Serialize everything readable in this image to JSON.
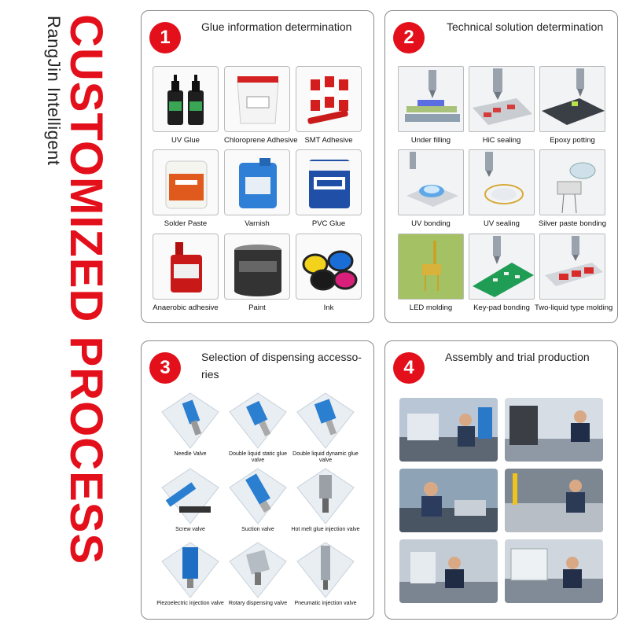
{
  "side": {
    "title": "CUSTOMIZED PROCESS",
    "subtitle": "RangJin Intelligent",
    "accent": "#e3101b"
  },
  "panels": [
    {
      "number": "1",
      "title": "Glue information determination",
      "items": [
        "UV Glue",
        "Chloroprene Adhesive",
        "SMT Adhesive",
        "Solder Paste",
        "Varnish",
        "PVC Glue",
        "Anaerobic adhesive",
        "Paint",
        "Ink"
      ]
    },
    {
      "number": "2",
      "title": "Technical solution determination",
      "items": [
        "Under filling",
        "HiC sealing",
        "Epoxy potting",
        "UV bonding",
        "UV sealing",
        "Silver paste bonding",
        "LED molding",
        "Key-pad bonding",
        "Two-liquid type molding"
      ]
    },
    {
      "number": "3",
      "title": "Selection of dispensing accesso-ries",
      "items": [
        "Needle Valve",
        "Double liquid static glue valve",
        "Double liquid dynamic glue valve",
        "Screw valve",
        "Suction valve",
        "Hot melt glue injection valve",
        "Piezoelectric injection valve",
        "Rotary dispensing valve",
        "Pneumatic injection valve"
      ]
    },
    {
      "number": "4",
      "title": "Assembly and trial production"
    }
  ]
}
